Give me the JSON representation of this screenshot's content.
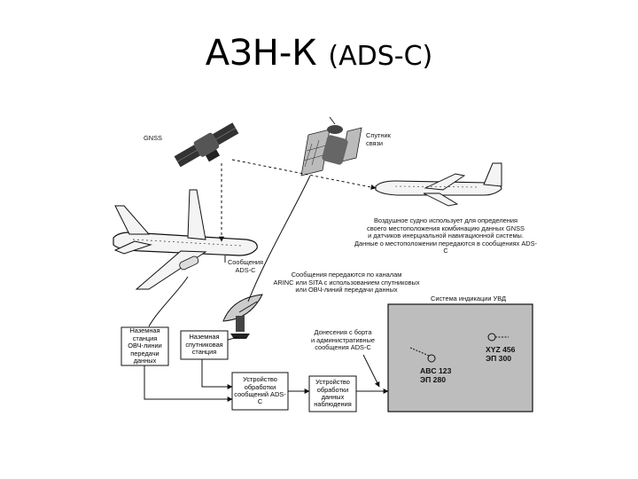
{
  "title": {
    "main": "АЗН-К",
    "sub": "(ADS-C)"
  },
  "labels": {
    "gnss": "GNSS",
    "satellite": [
      "Спутник",
      "связи"
    ],
    "aircraft_info": [
      "Воздушное судно использует для определения",
      "своего местоположения комбинацию данных GNSS",
      "и датчиков инерциальной навигационной системы.",
      "Данные о местоположении передаются в сообщениях ADS-C"
    ],
    "ads_c_messages": [
      "Сообщения",
      "ADS-C"
    ],
    "channels": [
      "Сообщения передаются по каналам",
      "ARINC или SITA с использованием спутниковых",
      "или ОВЧ-линий передачи данных"
    ],
    "display_system": "Система индикации УВД",
    "reports": [
      "Донесения с борта",
      "и административные",
      "сообщения ADS-C"
    ]
  },
  "boxes": {
    "vhf_ground": [
      "Наземная",
      "станция",
      "ОВЧ-линии",
      "передачи",
      "данных"
    ],
    "sat_ground": [
      "Наземная",
      "спутниковая",
      "станция"
    ],
    "ads_processing": [
      "Устройство",
      "обработки",
      "сообщений ADS-C"
    ],
    "surveillance_processing": [
      "Устройство",
      "обработки",
      "данных",
      "наблюдения"
    ]
  },
  "targets": [
    {
      "callsign": "ABC 123",
      "level": "ЭП 280"
    },
    {
      "callsign": "XYZ 456",
      "level": "ЭП 300"
    }
  ]
}
